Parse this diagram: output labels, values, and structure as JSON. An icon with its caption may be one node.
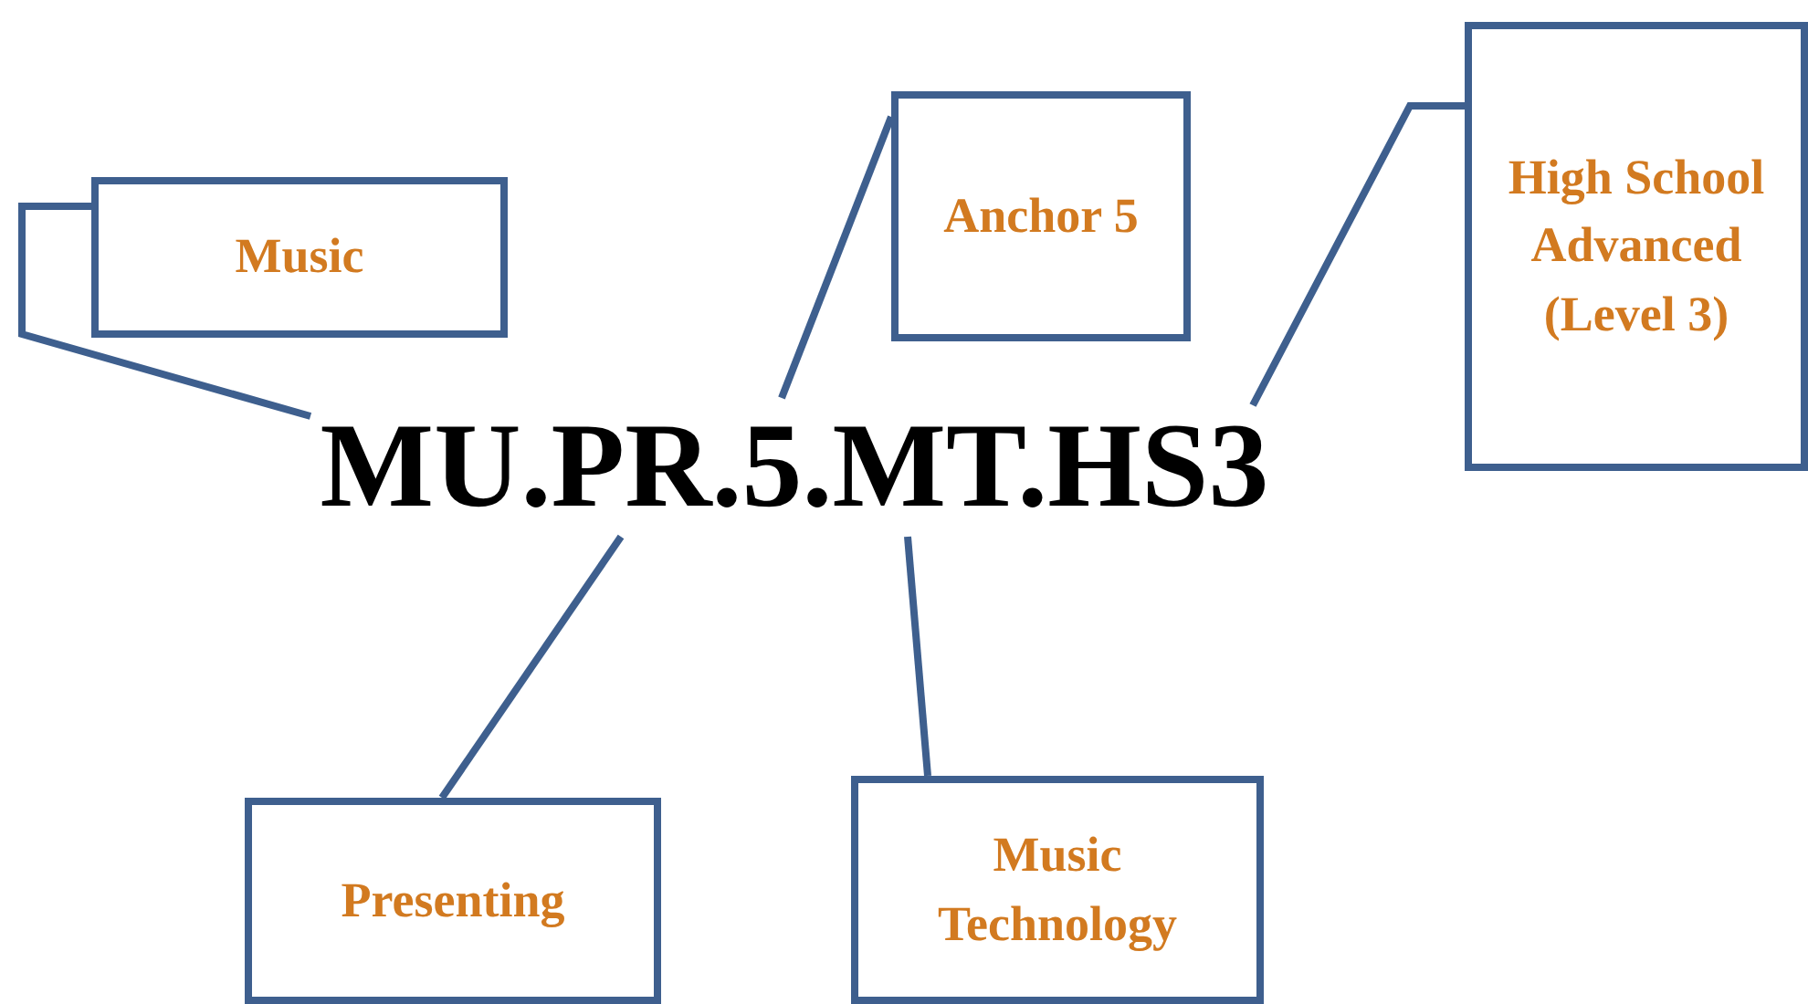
{
  "diagram": {
    "nodes": [
      {
        "text": [
          "Music"
        ]
      },
      {
        "text": [
          "Anchor 5"
        ]
      },
      {
        "text": [
          "High School Advanced (Level 3)"
        ]
      },
      {
        "text": [
          "MU.PR.5.MT.HS3"
        ]
      },
      {
        "text": [
          "Presenting"
        ]
      },
      {
        "text": [
          "Music Technology"
        ]
      }
    ],
    "edges": [
      {
        "from": 3,
        "to": 0,
        "arrow": "none"
      },
      {
        "from": 3,
        "to": 1,
        "arrow": "none"
      },
      {
        "from": 3,
        "to": 2,
        "arrow": "none"
      },
      {
        "from": 3,
        "to": 4,
        "arrow": "none"
      },
      {
        "from": 3,
        "to": 5,
        "arrow": "none"
      }
    ]
  }
}
